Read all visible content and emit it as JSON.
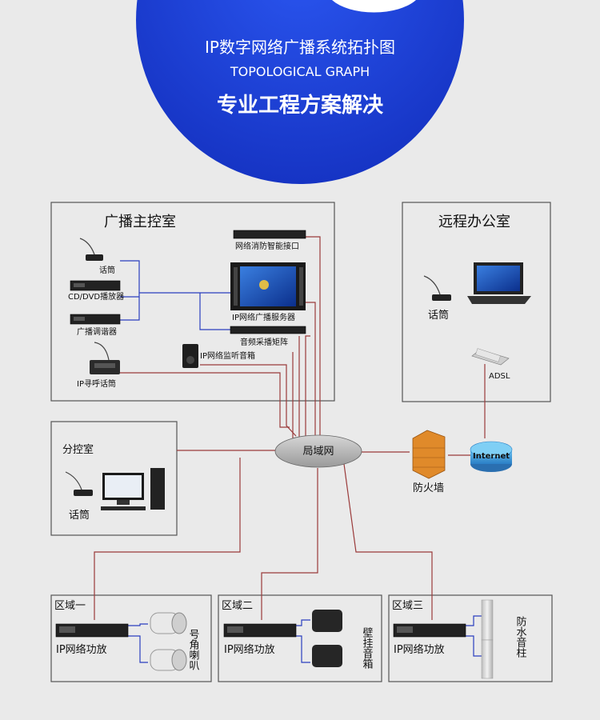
{
  "header": {
    "title": "IP数字网络广播系统拓扑图",
    "subtitle": "TOPOLOGICAL GRAPH",
    "tagline": "专业工程方案解决"
  },
  "rooms": {
    "main_control": {
      "title": "广播主控室",
      "devices": {
        "mic": "话筒",
        "cd_dvd": "CD/DVD播放器",
        "tuner": "广播调谐器",
        "paging_mic": "IP寻呼话筒",
        "fire_interface": "网络消防智能接口",
        "server": "IP网络广播服务器",
        "matrix": "音频采播矩阵",
        "monitor_speaker": "IP网络监听音箱"
      }
    },
    "remote_office": {
      "title": "远程办公室",
      "devices": {
        "mic": "话筒",
        "adsl": "ADSL"
      }
    },
    "sub_control": {
      "title": "分控室",
      "devices": {
        "mic": "话筒"
      }
    }
  },
  "network": {
    "lan": "局域网",
    "internet": "Internet",
    "firewall": "防火墙"
  },
  "zones": [
    {
      "title": "区域一",
      "amp": "IP网络功放",
      "speaker": "号角喇叭"
    },
    {
      "title": "区域二",
      "amp": "IP网络功放",
      "speaker": "壁挂音箱"
    },
    {
      "title": "区域三",
      "amp": "IP网络功放",
      "speaker": "防水音柱"
    }
  ],
  "colors": {
    "header_blue": "#1f3fd6",
    "link_red": "#9a3a3a",
    "link_blue": "#2a3fbf",
    "firewall_orange": "#e08a2a",
    "internet_blue": "#3a8fd8"
  }
}
